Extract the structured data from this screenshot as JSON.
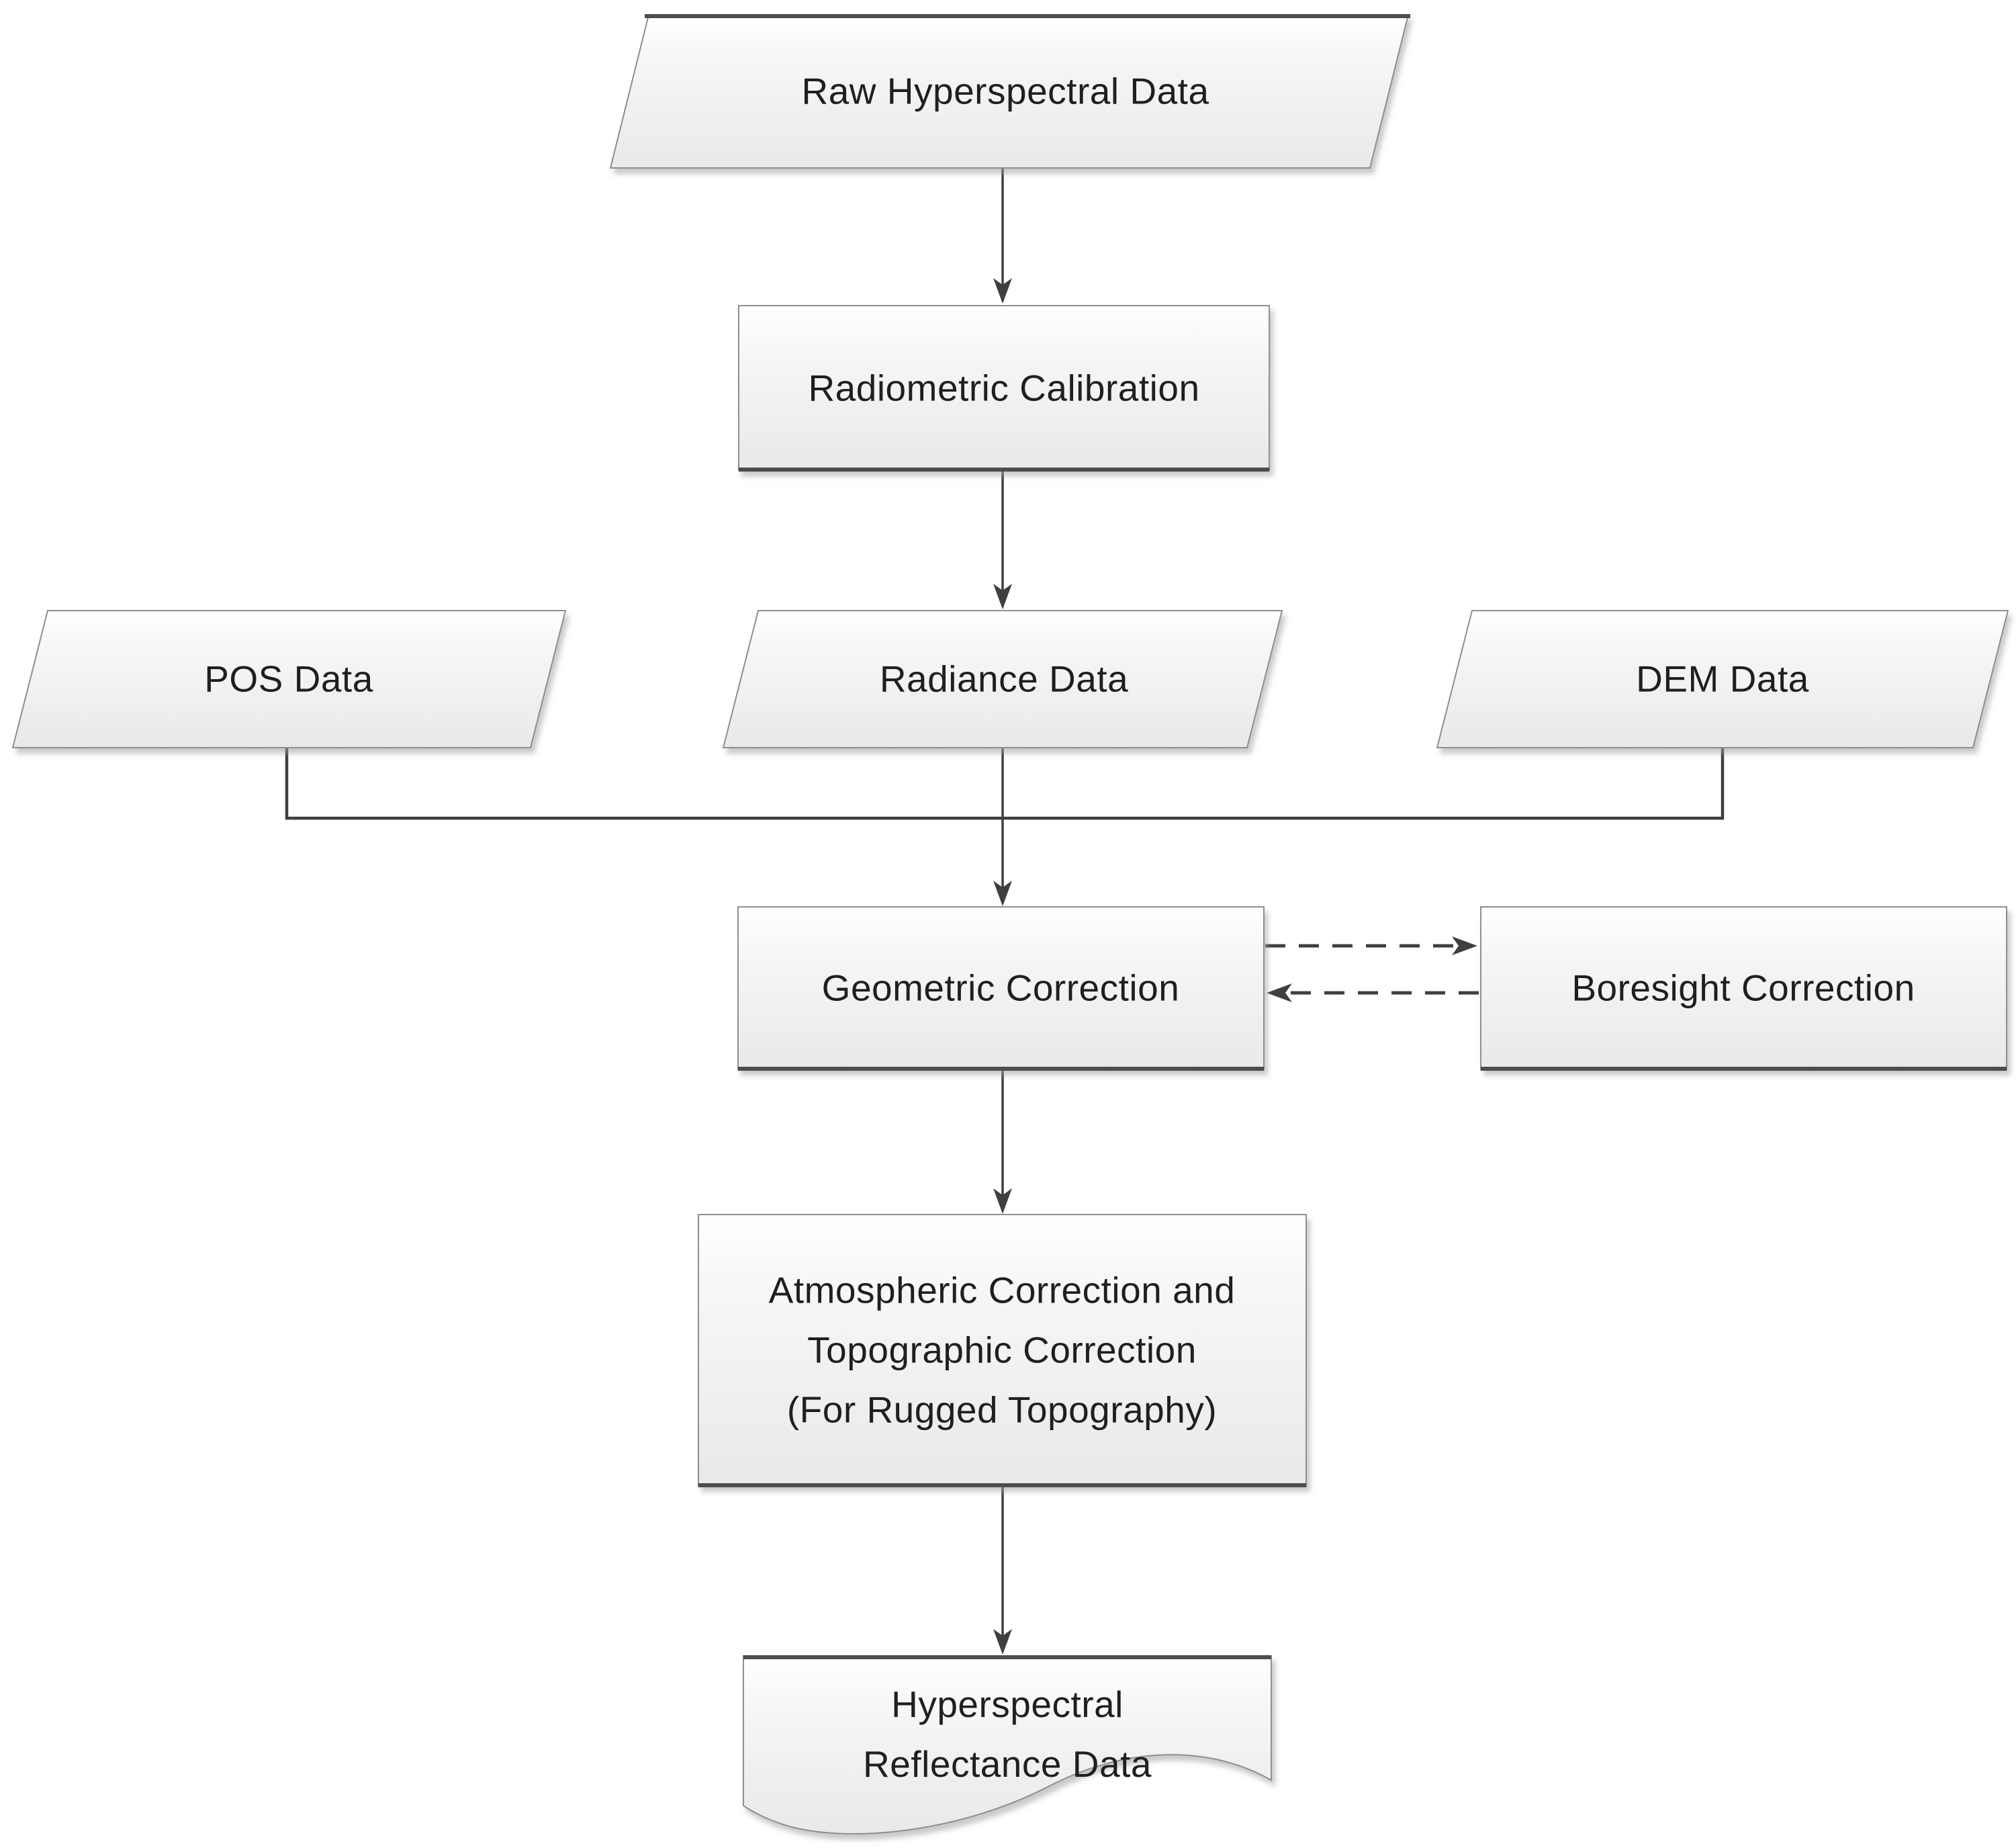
{
  "diagram": {
    "type": "flowchart",
    "nodes": {
      "raw": {
        "shape": "parallelogram",
        "label": "Raw Hyperspectral Data"
      },
      "radiometric": {
        "shape": "process",
        "label": "Radiometric Calibration"
      },
      "pos": {
        "shape": "parallelogram",
        "label": "POS Data"
      },
      "radiance": {
        "shape": "parallelogram",
        "label": "Radiance Data"
      },
      "dem": {
        "shape": "parallelogram",
        "label": "DEM Data"
      },
      "geometric": {
        "shape": "process",
        "label": "Geometric Correction"
      },
      "boresight": {
        "shape": "process",
        "label": "Boresight Correction"
      },
      "atmospheric": {
        "shape": "process",
        "lines": [
          "Atmospheric Correction and",
          "Topographic Correction",
          "(For Rugged Topography)"
        ]
      },
      "output": {
        "shape": "document",
        "lines": [
          "Hyperspectral",
          "Reflectance Data"
        ]
      }
    },
    "edges": [
      {
        "from": "raw",
        "to": "radiometric",
        "style": "solid-arrow"
      },
      {
        "from": "radiometric",
        "to": "radiance",
        "style": "solid-arrow"
      },
      {
        "from": "pos",
        "to": "geometric",
        "style": "solid-elbow"
      },
      {
        "from": "radiance",
        "to": "geometric",
        "style": "solid-arrow"
      },
      {
        "from": "dem",
        "to": "geometric",
        "style": "solid-elbow"
      },
      {
        "from": "geometric",
        "to": "boresight",
        "style": "dashed-arrow"
      },
      {
        "from": "boresight",
        "to": "geometric",
        "style": "dashed-arrow"
      },
      {
        "from": "geometric",
        "to": "atmospheric",
        "style": "solid-arrow"
      },
      {
        "from": "atmospheric",
        "to": "output",
        "style": "solid-arrow"
      }
    ],
    "colors": {
      "background": "#ffffff",
      "line": "#3f3f3f",
      "border": "#8f8f8f",
      "accent_edge": "#4d4d4d",
      "text": "#1f1f1f",
      "fill_top": "#ffffff",
      "fill_mid": "#f6f6f5",
      "fill_bottom": "#e9e9e8"
    }
  }
}
